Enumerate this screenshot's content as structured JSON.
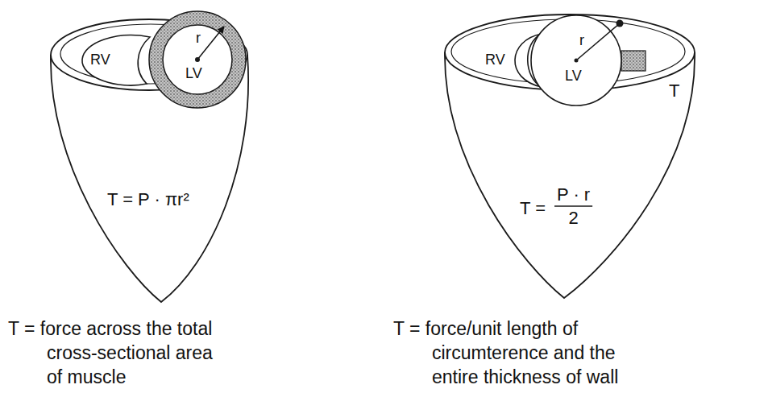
{
  "diagram": {
    "nodes": [
      {
        "text": [
          "T = P · πr²"
        ]
      },
      {
        "text": [
          "RV"
        ],
        "in": 0
      },
      {
        "text": [
          "r",
          "LV"
        ],
        "in": 0
      },
      {
        "text": [
          "T =",
          "P · r",
          "2"
        ]
      },
      {
        "text": [
          "RV"
        ],
        "in": 3
      },
      {
        "text": [
          "r",
          "LV"
        ],
        "in": 3
      }
    ],
    "labels": [
      "T",
      "T = force across the total cross-sectional area of muscle",
      "T = force/unit length of circumterence and the entire thickness of wall"
    ]
  }
}
